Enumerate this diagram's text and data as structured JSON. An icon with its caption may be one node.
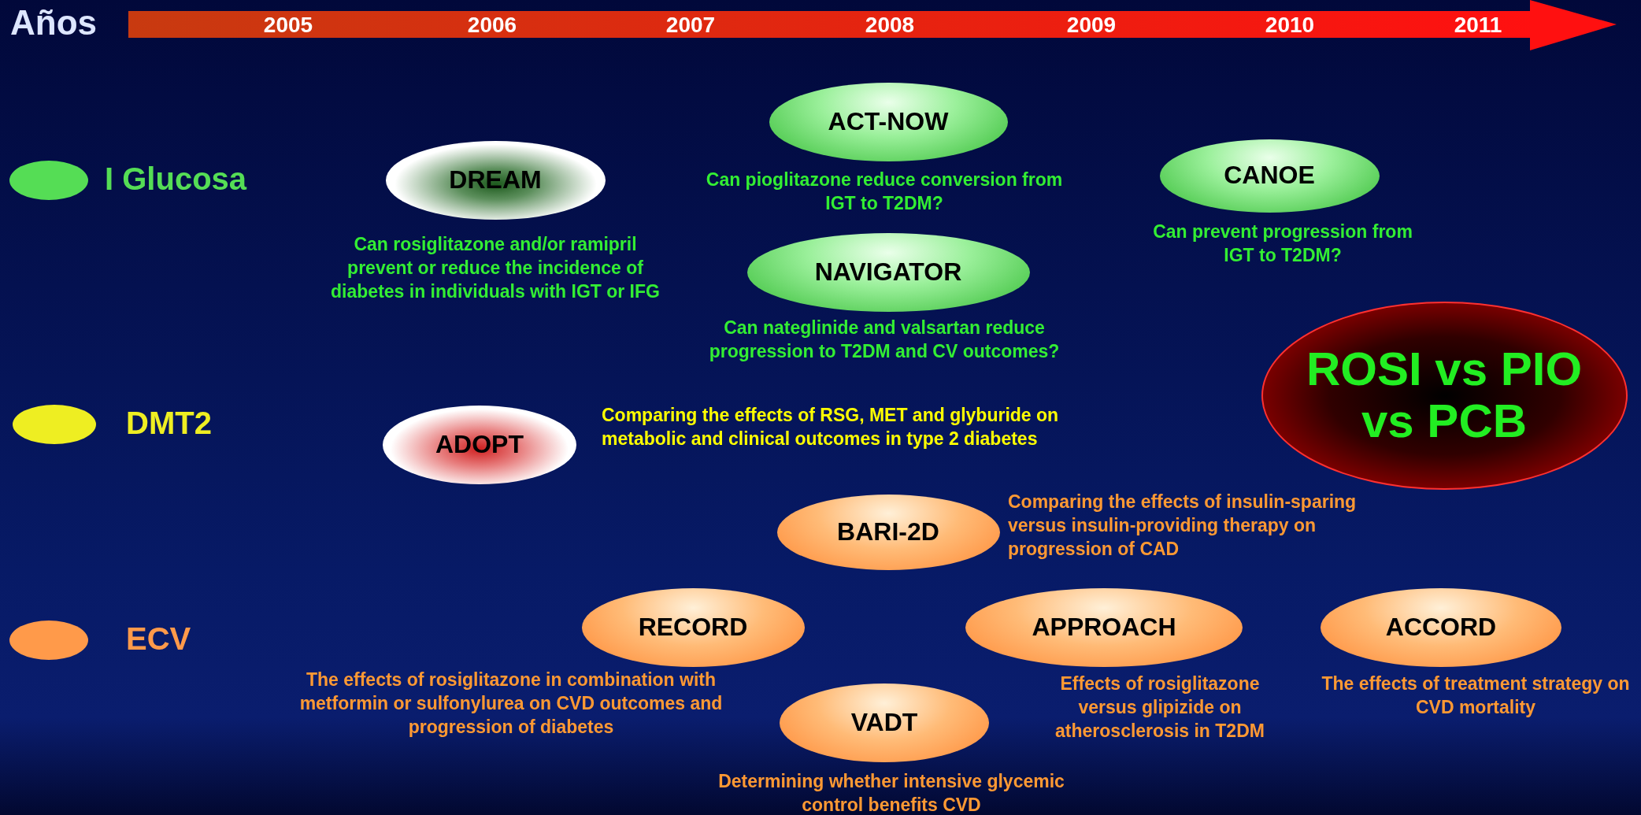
{
  "diagram": {
    "nodes": [
      {
        "text": [
          "DREAM"
        ],
        "beside": [
          "Can rosiglitazone and/or ramipril prevent or reduce the incidence of diabetes in individuals with IGT or IFG"
        ]
      },
      {
        "text": [
          "ACT-NOW"
        ],
        "beside": [
          "Can pioglitazone reduce conversion from IGT to T2DM?"
        ]
      },
      {
        "text": [
          "CANOE"
        ],
        "beside": [
          "Can prevent progression from IGT to T2DM?"
        ]
      },
      {
        "text": [
          "NAVIGATOR"
        ],
        "beside": [
          "Can nateglinide and valsartan reduce progression to T2DM and CV outcomes?"
        ]
      },
      {
        "text": [
          "ROSI vs PIO vs PCB"
        ]
      },
      {
        "text": [
          "ADOPT"
        ],
        "beside": [
          "Comparing the effects of RSG, MET and glyburide on metabolic and clinical outcomes in type 2 diabetes"
        ]
      },
      {
        "text": [
          "BARI-2D"
        ],
        "beside": [
          "Comparing the effects of insulin-sparing versus insulin-providing therapy on progression of CAD"
        ]
      },
      {
        "text": [
          "RECORD"
        ],
        "beside": [
          "The effects of rosiglitazone in combination with metformin or sulfonylurea on CVD outcomes and progression of diabetes"
        ]
      },
      {
        "text": [
          "APPROACH"
        ],
        "beside": [
          "Effects of rosiglitazone versus glipizide on atherosclerosis in T2DM"
        ]
      },
      {
        "text": [
          "ACCORD"
        ],
        "beside": [
          "The effects of treatment strategy on CVD mortality"
        ]
      },
      {
        "text": [
          "VADT"
        ],
        "beside": [
          "Determining whether intensive glycemic control benefits CVD"
        ]
      }
    ],
    "edges": [],
    "labels": [
      "Años",
      "2005",
      "2006",
      "2007",
      "2008",
      "2009",
      "2010",
      "2011"
    ],
    "legend": [
      {
        "text": "I Glucosa",
        "color": "#55dd55"
      },
      {
        "text": "DMT2",
        "color": "#eeee22"
      },
      {
        "text": "ECV",
        "color": "#ff9a4a"
      }
    ]
  }
}
